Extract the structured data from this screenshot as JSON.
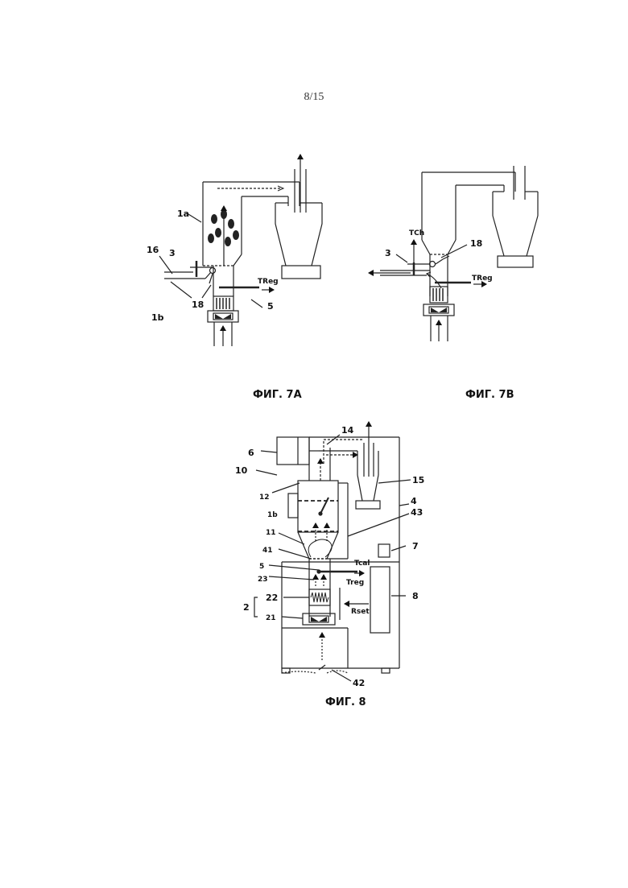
{
  "page": {
    "number": "8/15"
  },
  "fig7a": {
    "caption": "ФИГ. 7A",
    "labels": {
      "l1a": "1a",
      "l16": "16",
      "l3": "3",
      "l1b": "1b",
      "l18": "18",
      "l5": "5",
      "treg": "TReg"
    }
  },
  "fig7b": {
    "caption": "ФИГ. 7B",
    "labels": {
      "tch": "TCh",
      "l3": "3",
      "l18": "18",
      "treg": "TReg"
    }
  },
  "fig8": {
    "caption": "ФИГ. 8",
    "labels": {
      "l6": "6",
      "l14": "14",
      "l10": "10",
      "l15": "15",
      "l4": "4",
      "l12": "12",
      "l1b": "1b",
      "l43": "43",
      "l11": "11",
      "l7": "7",
      "l41": "41",
      "tcal": "Tcal",
      "l5": "5",
      "l23": "23",
      "treg": "Treg",
      "l8": "8",
      "l22": "22",
      "l2": "2",
      "rset": "Rset",
      "l21": "21",
      "l42": "42"
    }
  }
}
